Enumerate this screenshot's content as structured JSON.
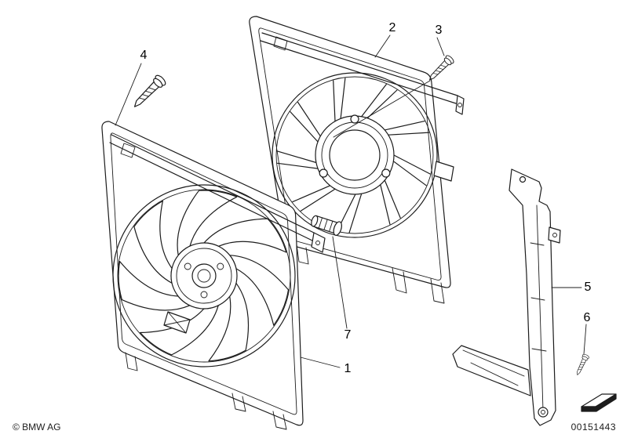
{
  "colors": {
    "background": "#ffffff",
    "line": "#1c1c1c",
    "text": "#000000"
  },
  "callouts": [
    {
      "label": "1"
    },
    {
      "label": "2"
    },
    {
      "label": "3"
    },
    {
      "label": "4"
    },
    {
      "label": "5"
    },
    {
      "label": "6"
    },
    {
      "label": "7"
    }
  ],
  "footer": {
    "copyright": "© BMW AG",
    "document_number": "00151443",
    "corner_icon": "folded-sheet-icon"
  }
}
